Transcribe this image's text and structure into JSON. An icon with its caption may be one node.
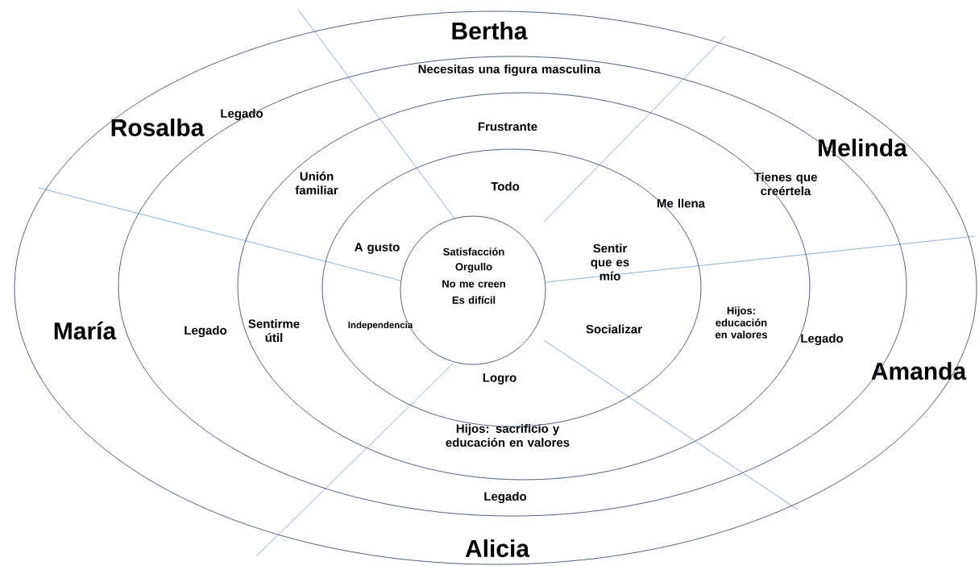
{
  "diagram": {
    "nodes": [
      {
        "text": [
          "Bertha",
          "Rosalba",
          "Melinda",
          "María",
          "Amanda",
          "Alicia"
        ]
      },
      {
        "text": [
          "Necesitas una figura masculina",
          "Legado",
          "Tienes que creértela",
          "Legado",
          "Legado",
          "Legado"
        ],
        "in": 0
      },
      {
        "text": [
          "Frustrante",
          "Unión familiar",
          "Me llena",
          "Sentirme útil",
          "Hijos: educación en valores",
          "Hijos: sacrificio y educación en valores"
        ],
        "in": 1
      },
      {
        "text": [
          "Todo",
          "A gusto",
          "Sentir que es mío",
          "Independencia",
          "Socializar",
          "Logro"
        ],
        "in": 2
      },
      {
        "text": [
          "Satisfacción",
          "Orgullo",
          "No me creen",
          "Es difícil"
        ],
        "in": 3
      }
    ]
  }
}
